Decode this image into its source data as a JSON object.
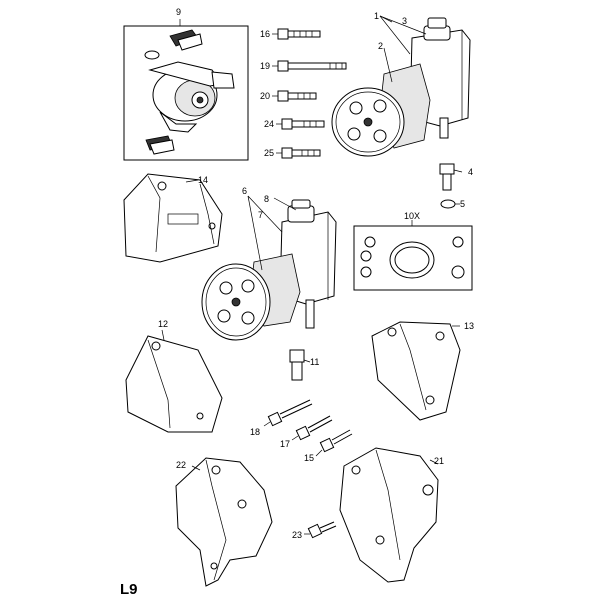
{
  "page_code": "L9",
  "callouts": {
    "c1": "1",
    "c2": "2",
    "c3": "3",
    "c4": "4",
    "c5": "5",
    "c6": "6",
    "c7": "7",
    "c8": "8",
    "c9": "9",
    "c10x": "10X",
    "c11": "11",
    "c12": "12",
    "c13": "13",
    "c14": "14",
    "c15": "15",
    "c16": "16",
    "c17": "17",
    "c18": "18",
    "c19": "19",
    "c20": "20",
    "c21": "21",
    "c22": "22",
    "c23": "23",
    "c24": "24",
    "c25": "25"
  }
}
